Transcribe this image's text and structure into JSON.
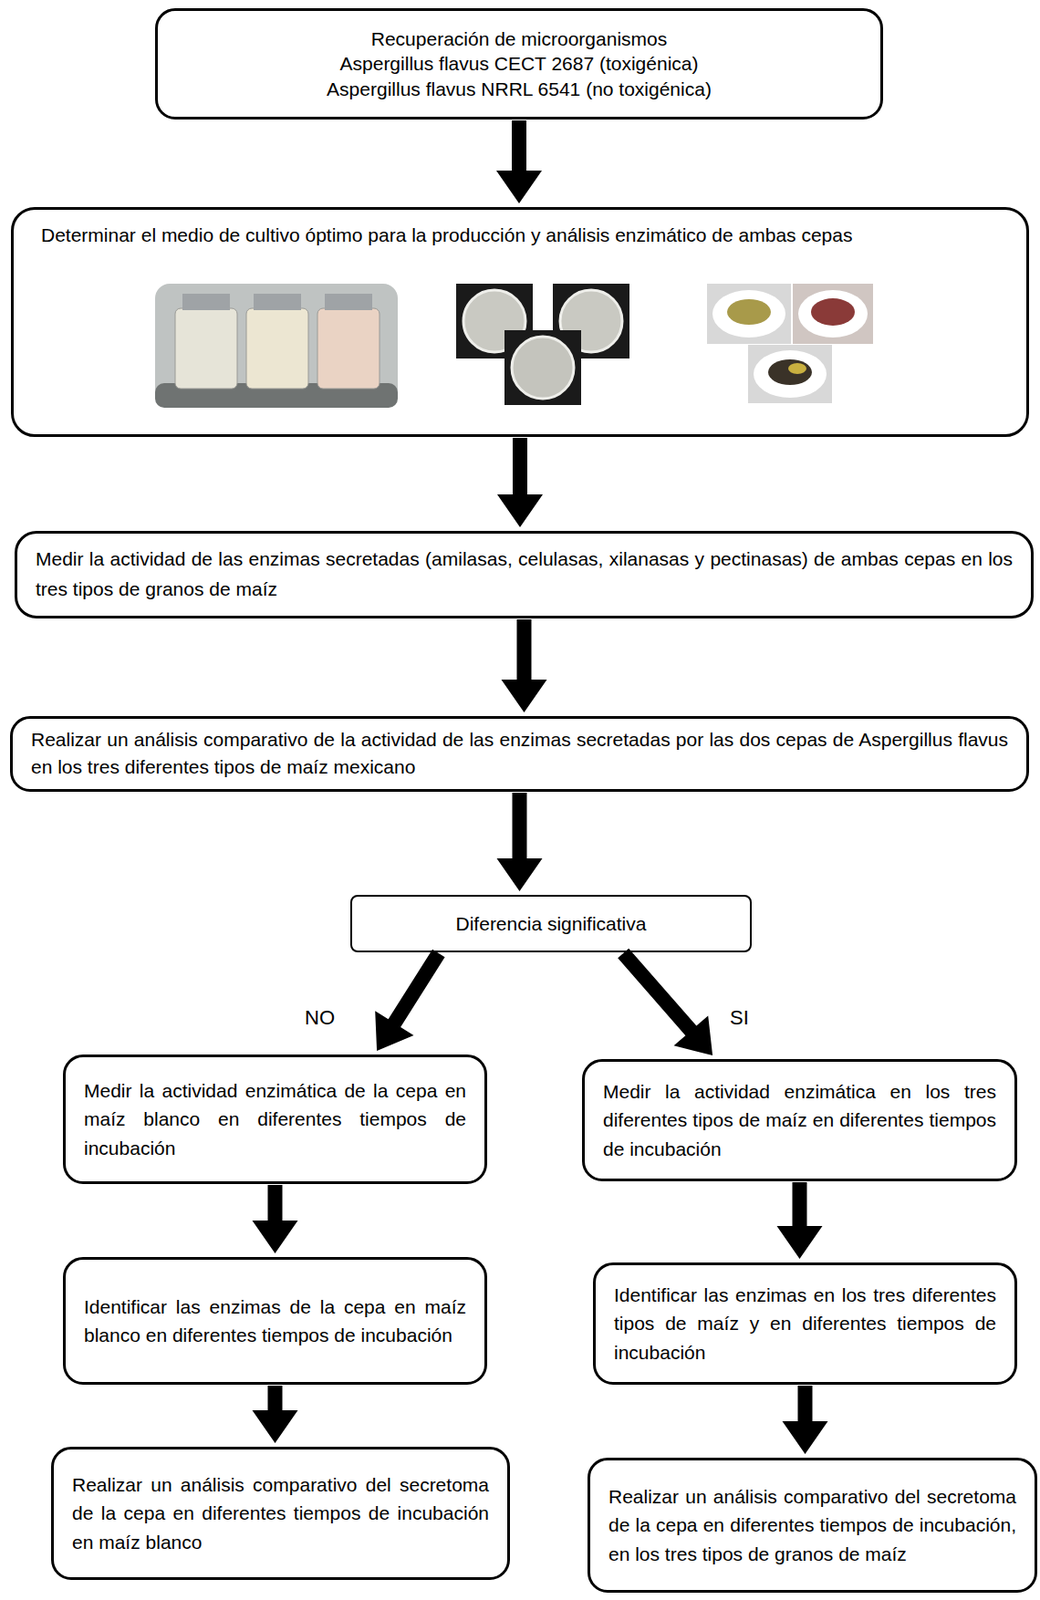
{
  "diagram": {
    "nodes": [
      {
        "text": [
          "Recuperación de microorganismos",
          "Aspergillus flavus CECT 2687 (toxigénica)",
          "Aspergillus flavus NRRL 6541 (no toxigénica)"
        ]
      },
      {
        "text": [
          "Determinar el medio de cultivo óptimo para la producción y análisis enzimático de ambas cepas"
        ]
      },
      {
        "text": [
          "Medir la actividad de las enzimas secretadas (amilasas, celulasas, xilanasas y pectinasas) de ambas cepas en los tres tipos de granos de maíz"
        ]
      },
      {
        "text": [
          "Realizar un análisis comparativo de la actividad de las enzimas secretadas por las dos cepas de Aspergillus flavus en los tres diferentes tipos de maíz mexicano"
        ]
      },
      {
        "text": [
          "Diferencia significativa"
        ]
      },
      {
        "text": [
          "Medir la actividad enzimática de la cepa en maíz blanco en diferentes tiempos de incubación"
        ]
      },
      {
        "text": [
          "Identificar las enzimas de la cepa en maíz blanco en diferentes tiempos de incubación"
        ]
      },
      {
        "text": [
          "Realizar un análisis comparativo del secretoma de la cepa en diferentes tiempos de incubación en maíz blanco"
        ]
      },
      {
        "text": [
          "Medir la actividad enzimática en los tres diferentes tipos de maíz en diferentes tiempos de incubación"
        ]
      },
      {
        "text": [
          "Identificar las enzimas en los tres diferentes tipos de maíz y en diferentes tiempos de incubación"
        ]
      },
      {
        "text": [
          "Realizar un análisis comparativo del secretoma de la cepa en diferentes tiempos de incubación, en los tres tipos de granos de maíz"
        ]
      }
    ],
    "edges": [
      {
        "from": 0,
        "to": 1,
        "arrow": "to"
      },
      {
        "from": 1,
        "to": 2,
        "arrow": "to"
      },
      {
        "from": 2,
        "to": 3,
        "arrow": "to"
      },
      {
        "from": 3,
        "to": 4,
        "arrow": "to"
      },
      {
        "from": 4,
        "to": 5,
        "label": "NO",
        "arrow": "to"
      },
      {
        "from": 4,
        "to": 8,
        "label": "SI",
        "arrow": "to"
      },
      {
        "from": 5,
        "to": 6,
        "arrow": "to"
      },
      {
        "from": 6,
        "to": 7,
        "arrow": "to"
      },
      {
        "from": 8,
        "to": 9,
        "arrow": "to"
      },
      {
        "from": 9,
        "to": 10,
        "arrow": "to"
      }
    ]
  }
}
